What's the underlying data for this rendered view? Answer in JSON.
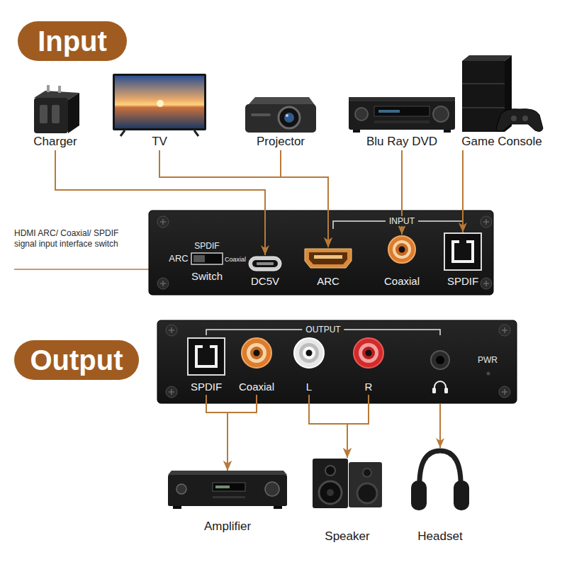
{
  "diagram": {
    "nodes": [
      {
        "text": [
          "Input"
        ]
      },
      {
        "text": [
          "Charger"
        ]
      },
      {
        "text": [
          "TV"
        ]
      },
      {
        "text": [
          "Projector"
        ]
      },
      {
        "text": [
          "Blu Ray DVD"
        ]
      },
      {
        "text": [
          "Game Console"
        ]
      },
      {
        "text": [
          "INPUT"
        ]
      },
      {
        "text": [
          "SPDIF",
          "ARC",
          "Coaxial",
          "Switch"
        ],
        "in": 6
      },
      {
        "text": [
          "DC5V"
        ],
        "in": 6
      },
      {
        "text": [
          "ARC"
        ],
        "in": 6
      },
      {
        "text": [
          "Coaxial"
        ],
        "in": 6
      },
      {
        "text": [
          "SPDIF"
        ],
        "in": 6
      },
      {
        "text": [
          "Output"
        ]
      },
      {
        "text": [
          "OUTPUT"
        ]
      },
      {
        "text": [
          "SPDIF"
        ],
        "in": 13
      },
      {
        "text": [
          "Coaxial"
        ],
        "in": 13
      },
      {
        "text": [
          "L"
        ],
        "in": 13
      },
      {
        "text": [
          "R"
        ],
        "in": 13
      },
      {
        "text": [
          "Amplifier"
        ]
      },
      {
        "text": [
          "Speaker"
        ]
      },
      {
        "text": [
          "Headset"
        ]
      }
    ],
    "edges": [
      {
        "from": 1,
        "to": 8,
        "arrow": "to"
      },
      {
        "from": 2,
        "to": 9,
        "arrow": "to"
      },
      {
        "from": 3,
        "to": 9,
        "arrow": "to"
      },
      {
        "from": 4,
        "to": 10,
        "arrow": "to"
      },
      {
        "from": 5,
        "to": 11,
        "arrow": "to"
      },
      {
        "from": 14,
        "to": 18,
        "arrow": "to"
      },
      {
        "from": 15,
        "to": 18,
        "arrow": "to"
      },
      {
        "from": 16,
        "to": 19,
        "arrow": "to"
      },
      {
        "from": 17,
        "to": 19,
        "arrow": "to"
      },
      {
        "from": 13,
        "to": 20,
        "arrow": "to"
      }
    ],
    "labels": [
      "HDMI ARC/ Coaxial/ SPDIF signal input interface switch",
      "PWR"
    ]
  }
}
